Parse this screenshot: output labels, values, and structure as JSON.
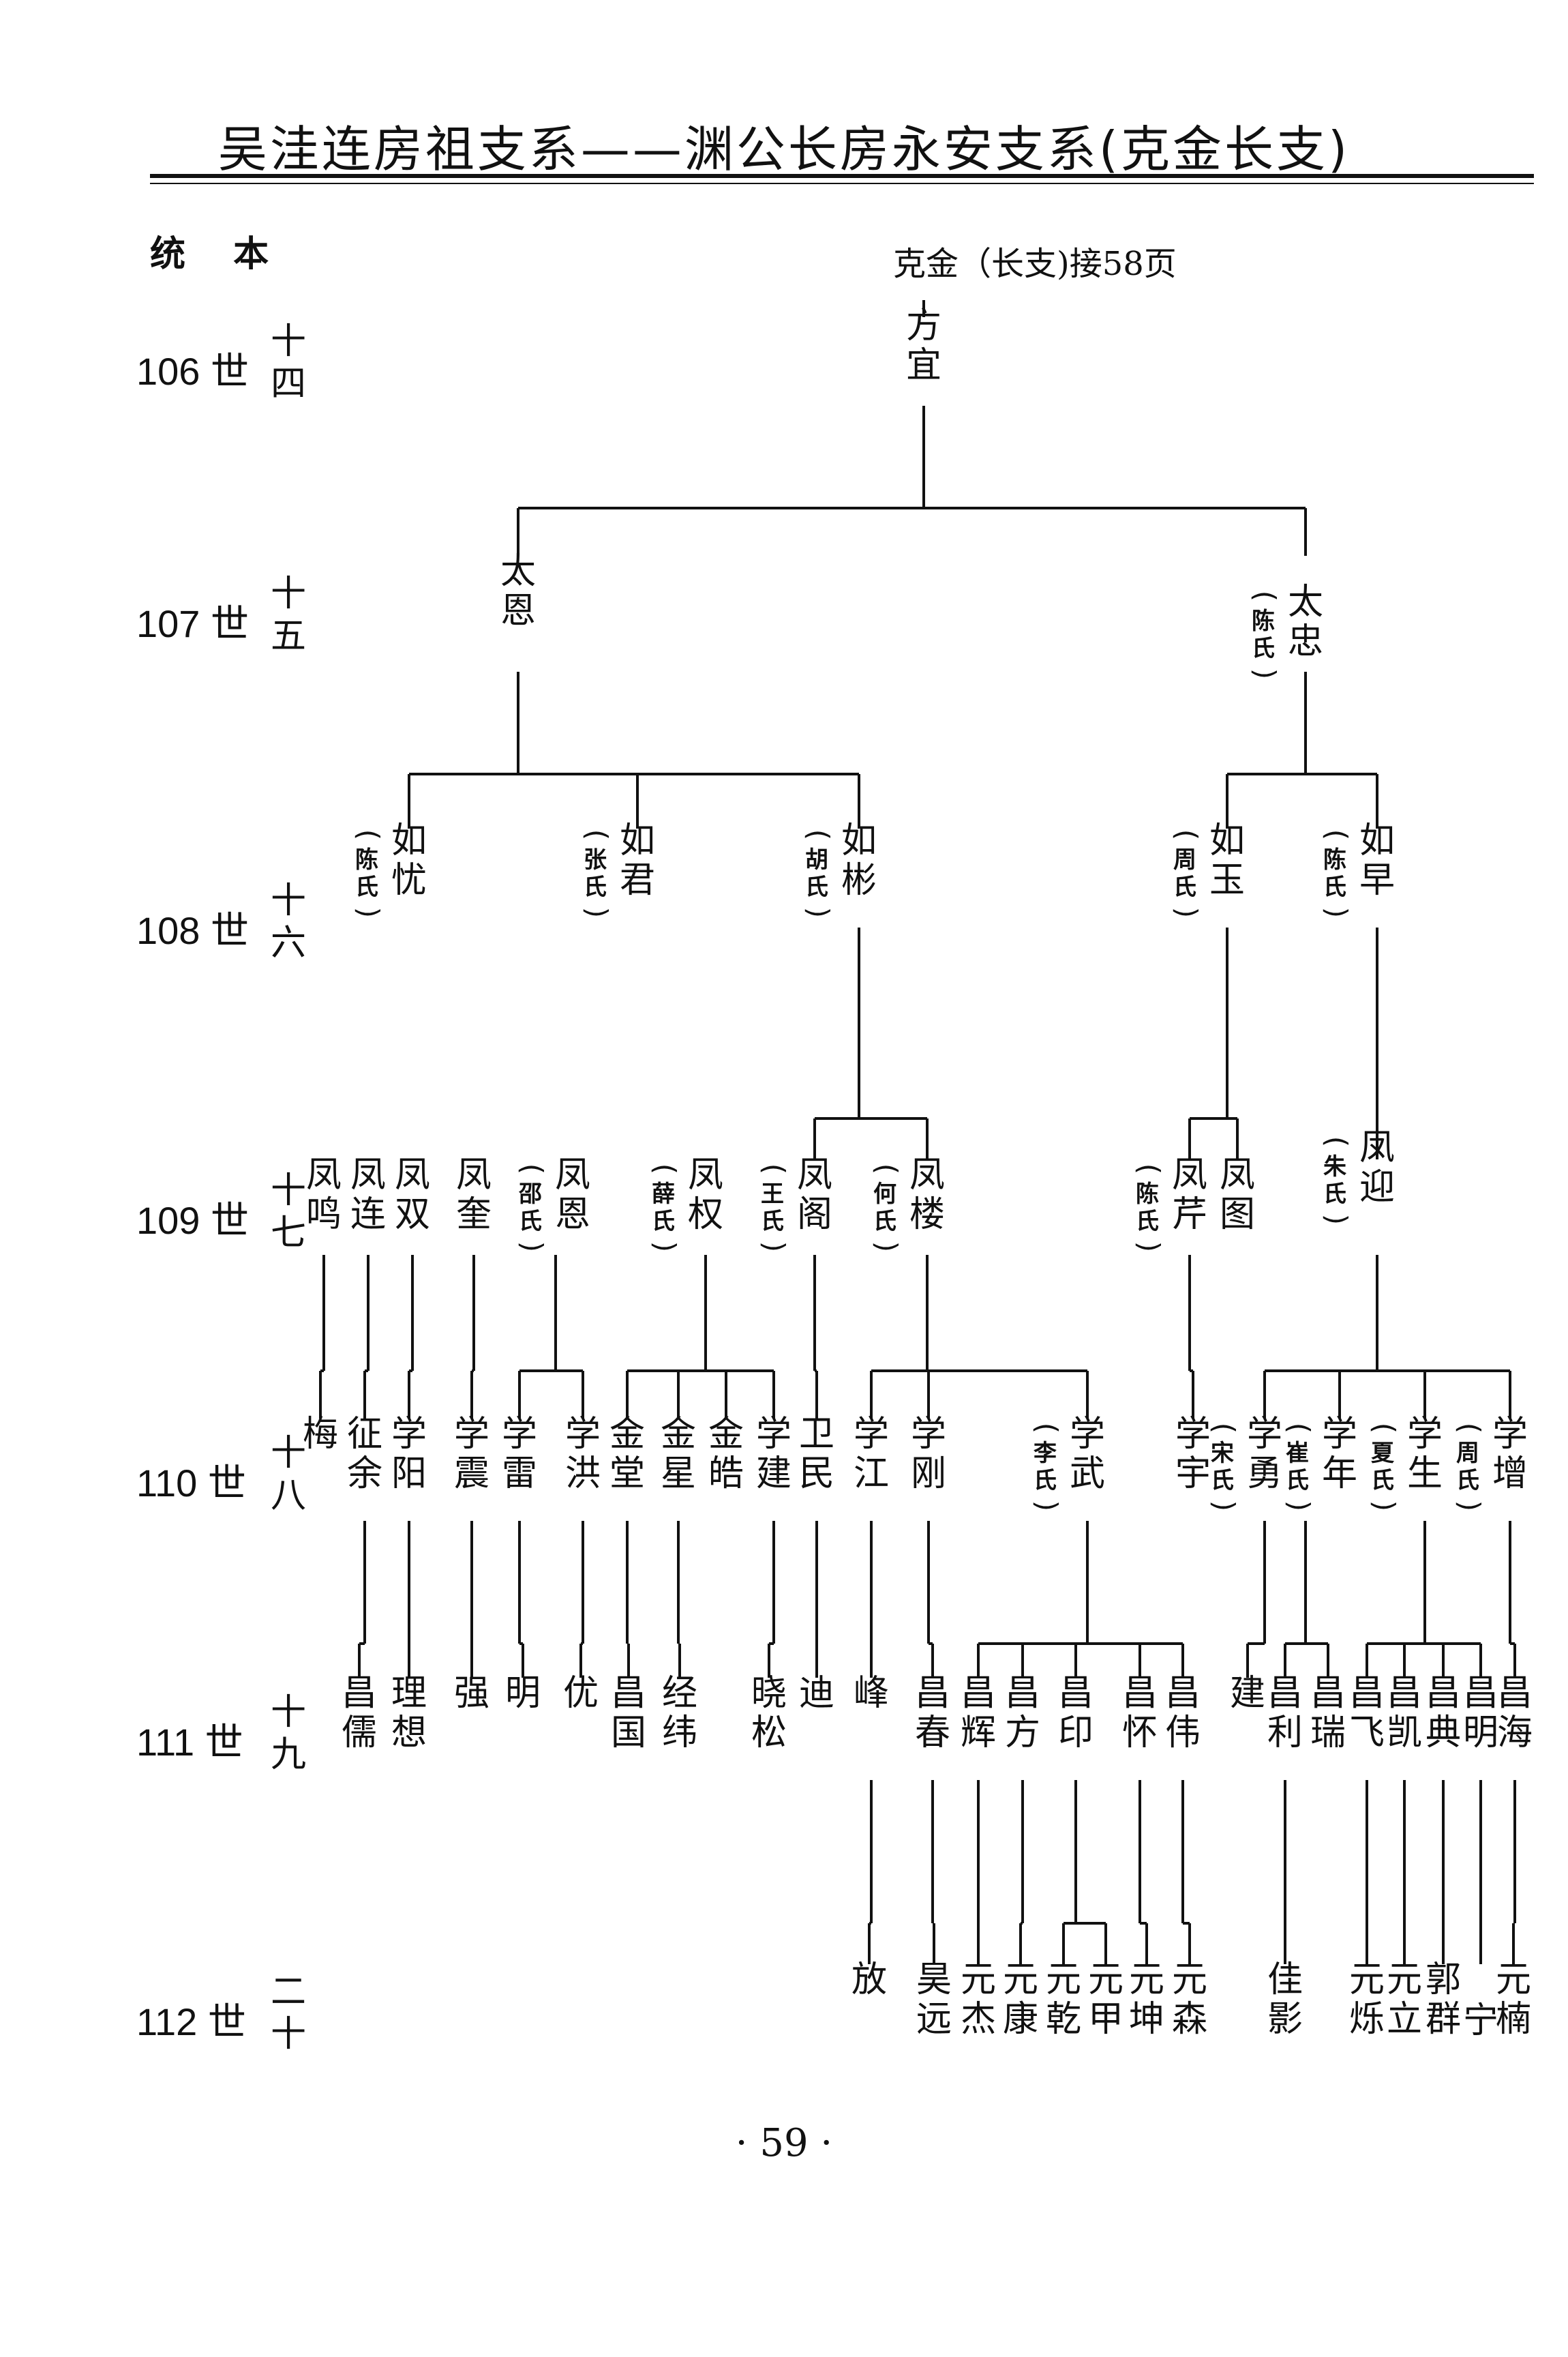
{
  "header": {
    "title": "吴洼连房祖支系——渊公长房永安支系(克金长支)"
  },
  "tongben_label": "统 本",
  "top_note": "克金（长支)接58页",
  "page_number": "· 59 ·",
  "generations": [
    {
      "num": "106 世",
      "cn": "十四"
    },
    {
      "num": "107 世",
      "cn": "十五"
    },
    {
      "num": "108 世",
      "cn": "十六"
    },
    {
      "num": "109 世",
      "cn": "十七"
    },
    {
      "num": "110 世",
      "cn": "十八"
    },
    {
      "num": "111 世",
      "cn": "十九"
    },
    {
      "num": "112 世",
      "cn": "二十"
    }
  ],
  "persons": [
    {
      "id": "fangyi",
      "name": "方宜"
    },
    {
      "id": "taien",
      "name": "太恩"
    },
    {
      "id": "taizhong",
      "name": "太忠",
      "wife": "陈氏"
    },
    {
      "id": "ruyou",
      "name": "如忧",
      "wife": "陈氏"
    },
    {
      "id": "rujun",
      "name": "如君",
      "wife": "张氏"
    },
    {
      "id": "rubin",
      "name": "如彬",
      "wife": "胡氏"
    },
    {
      "id": "ruyu",
      "name": "如玉",
      "wife": "周氏"
    },
    {
      "id": "ruzao",
      "name": "如早",
      "wife": "陈氏"
    },
    {
      "id": "fengming",
      "name": "凤鸣"
    },
    {
      "id": "fenglian",
      "name": "凤连"
    },
    {
      "id": "fengshuang",
      "name": "凤双"
    },
    {
      "id": "fengkui",
      "name": "凤奎"
    },
    {
      "id": "fengen",
      "name": "凤恩",
      "wife": "邵氏"
    },
    {
      "id": "fengquan",
      "name": "凤权",
      "wife": "薛氏"
    },
    {
      "id": "fengge",
      "name": "凤阁",
      "wife": "王氏"
    },
    {
      "id": "fenglou",
      "name": "凤楼",
      "wife": "何氏"
    },
    {
      "id": "fengqin",
      "name": "凤芹",
      "wife": "陈氏"
    },
    {
      "id": "fengtu",
      "name": "凤图"
    },
    {
      "id": "fengying",
      "name": "凤迎",
      "wife": "朱氏"
    },
    {
      "id": "mei",
      "name": "梅"
    },
    {
      "id": "zhengyu",
      "name": "征余"
    },
    {
      "id": "xueyang",
      "name": "学阳"
    },
    {
      "id": "xuezhen",
      "name": "学震"
    },
    {
      "id": "xuelei",
      "name": "学雷"
    },
    {
      "id": "xuehong",
      "name": "学洪"
    },
    {
      "id": "jintang",
      "name": "金堂"
    },
    {
      "id": "jinxing",
      "name": "金星"
    },
    {
      "id": "jinhao",
      "name": "金皓"
    },
    {
      "id": "xuejian",
      "name": "学建"
    },
    {
      "id": "weimin",
      "name": "卫民"
    },
    {
      "id": "xuejiang",
      "name": "学江"
    },
    {
      "id": "xuegang",
      "name": "学刚"
    },
    {
      "id": "xuewu",
      "name": "学武",
      "wife": "李氏"
    },
    {
      "id": "xueyu",
      "name": "学宇"
    },
    {
      "id": "xueyong",
      "name": "学勇",
      "wife": "宋氏"
    },
    {
      "id": "xuenian",
      "name": "学年",
      "wife": "崔氏"
    },
    {
      "id": "xuesheng",
      "name": "学生",
      "wife": "夏氏"
    },
    {
      "id": "xuezeng",
      "name": "学增",
      "wife": "周氏"
    },
    {
      "id": "changru",
      "name": "昌儒"
    },
    {
      "id": "lixiang",
      "name": "理想"
    },
    {
      "id": "qiang",
      "name": "强"
    },
    {
      "id": "ming",
      "name": "明"
    },
    {
      "id": "you",
      "name": "优"
    },
    {
      "id": "changguo",
      "name": "昌国"
    },
    {
      "id": "jingwei",
      "name": "经纬"
    },
    {
      "id": "xiaosong",
      "name": "晓松"
    },
    {
      "id": "di",
      "name": "迪"
    },
    {
      "id": "feng",
      "name": "峰"
    },
    {
      "id": "changchun",
      "name": "昌春"
    },
    {
      "id": "changhui",
      "name": "昌辉"
    },
    {
      "id": "changfang",
      "name": "昌方"
    },
    {
      "id": "changyin",
      "name": "昌印"
    },
    {
      "id": "changhuai",
      "name": "昌怀"
    },
    {
      "id": "changwei",
      "name": "昌伟"
    },
    {
      "id": "jian",
      "name": "建"
    },
    {
      "id": "changli",
      "name": "昌利"
    },
    {
      "id": "changrui",
      "name": "昌瑞"
    },
    {
      "id": "changfei",
      "name": "昌飞"
    },
    {
      "id": "changkai",
      "name": "昌凯"
    },
    {
      "id": "changdian",
      "name": "昌典"
    },
    {
      "id": "changming",
      "name": "昌明"
    },
    {
      "id": "changhai",
      "name": "昌海"
    },
    {
      "id": "fang",
      "name": "放"
    },
    {
      "id": "haoyuan",
      "name": "昊远"
    },
    {
      "id": "yuanjie",
      "name": "元杰"
    },
    {
      "id": "yuankang",
      "name": "元康"
    },
    {
      "id": "yuanqian",
      "name": "元乾"
    },
    {
      "id": "yuanjia",
      "name": "元甲"
    },
    {
      "id": "yuankun",
      "name": "元坤"
    },
    {
      "id": "yuansen",
      "name": "元森"
    },
    {
      "id": "jiaying",
      "name": "佳影"
    },
    {
      "id": "yuanshuo",
      "name": "元烁"
    },
    {
      "id": "yuanli",
      "name": "元立"
    },
    {
      "id": "guoqun",
      "name": "郭群"
    },
    {
      "id": "yuannan",
      "name": "元楠"
    },
    {
      "id": "ning",
      "name": "宁"
    }
  ]
}
